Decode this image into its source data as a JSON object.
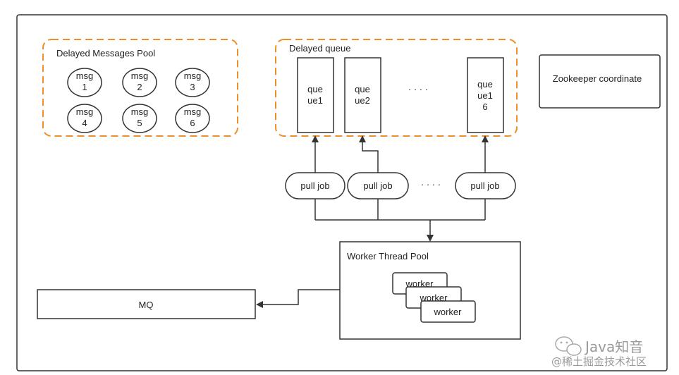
{
  "pool": {
    "title": "Delayed Messages Pool",
    "messages": [
      {
        "line1": "msg",
        "line2": "1"
      },
      {
        "line1": "msg",
        "line2": "2"
      },
      {
        "line1": "msg",
        "line2": "3"
      },
      {
        "line1": "msg",
        "line2": "4"
      },
      {
        "line1": "msg",
        "line2": "5"
      },
      {
        "line1": "msg",
        "line2": "6"
      }
    ]
  },
  "queues": {
    "title": "Delayed queue",
    "items": [
      {
        "lines": [
          "que",
          "ue1"
        ]
      },
      {
        "lines": [
          "que",
          "ue2"
        ]
      },
      {
        "lines": [
          "que",
          "ue1",
          "6"
        ]
      }
    ],
    "ellipsis": "· · · ·"
  },
  "zookeeper": {
    "label": "Zookeeper coordinate"
  },
  "jobs": {
    "labels": [
      "pull job",
      "pull job",
      "pull job"
    ],
    "ellipsis": "· · · ·"
  },
  "worker_pool": {
    "title": "Worker Thread Pool",
    "workers": [
      "worker",
      "worker",
      "worker"
    ]
  },
  "mq": {
    "label": "MQ"
  },
  "watermark": {
    "brand": "Java知音",
    "source": "@稀土掘金技术社区"
  },
  "colors": {
    "orange": "#e8912a",
    "line": "#333333"
  }
}
